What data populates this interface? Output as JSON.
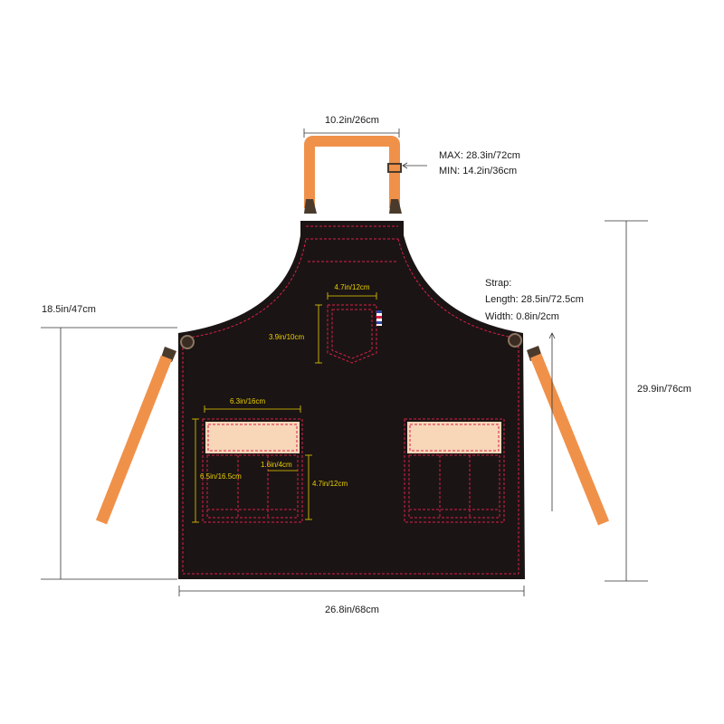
{
  "colors": {
    "apron": "#1b1414",
    "strap": "#f0914a",
    "stitch": "#d8204a",
    "pocket_panel": "#f7d7b8",
    "hardware": "#4a3a2c",
    "dimension_line": "#333333",
    "small_label": "#e8d000"
  },
  "dimensions": {
    "neck_width": "10.2in/26cm",
    "neck_max": "MAX: 28.3in/72cm",
    "neck_min": "MIN: 14.2in/36cm",
    "side_height": "18.5in/47cm",
    "total_height": "29.9in/76cm",
    "bottom_width": "26.8in/68cm",
    "chest_pocket_width": "4.7in/12cm",
    "chest_pocket_height": "3.9in/10cm",
    "lower_pocket_width": "6.3in/16cm",
    "lower_pocket_height": "6.5in/16.5cm",
    "slot_width": "1.6in/4cm",
    "slot_height": "4.7in/12cm"
  },
  "strap_info": {
    "title": "Strap:",
    "length": "Length: 28.5in/72.5cm",
    "width": "Width: 0.8in/2cm"
  }
}
